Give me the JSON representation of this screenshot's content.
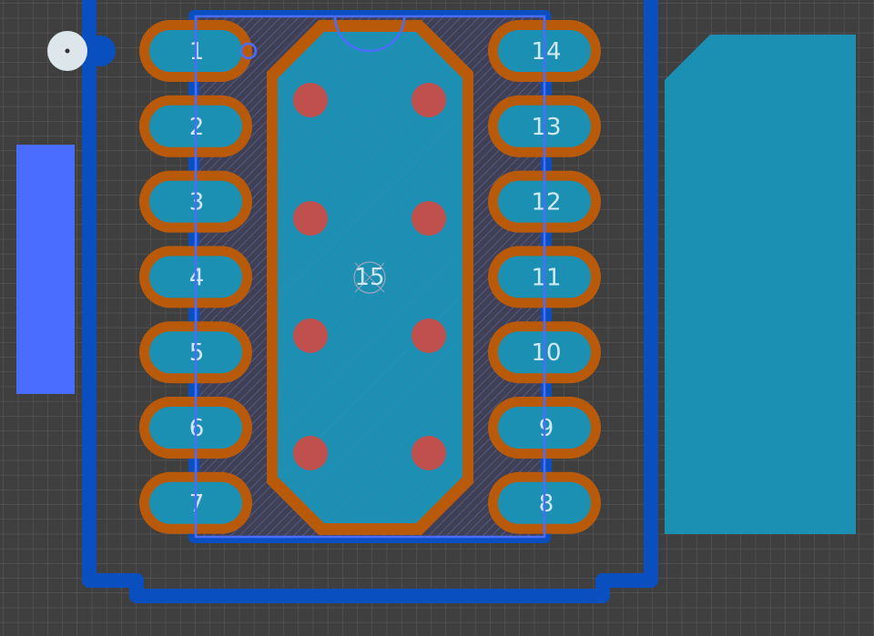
{
  "footprint": {
    "left_pads": [
      "1",
      "2",
      "3",
      "4",
      "5",
      "6",
      "7"
    ],
    "right_pads": [
      "14",
      "13",
      "12",
      "11",
      "10",
      "9",
      "8"
    ],
    "center_pad": "15",
    "via_count": 8
  },
  "colors": {
    "background": "#3f3f3f",
    "grid": "#5a5a5a",
    "pad_copper": "#1b90b3",
    "pad_mask": "#b85a0a",
    "outline": "#0a4fbf",
    "silk": "#4a6cff",
    "via": "#c0504d",
    "hole": "#dde6ea"
  }
}
